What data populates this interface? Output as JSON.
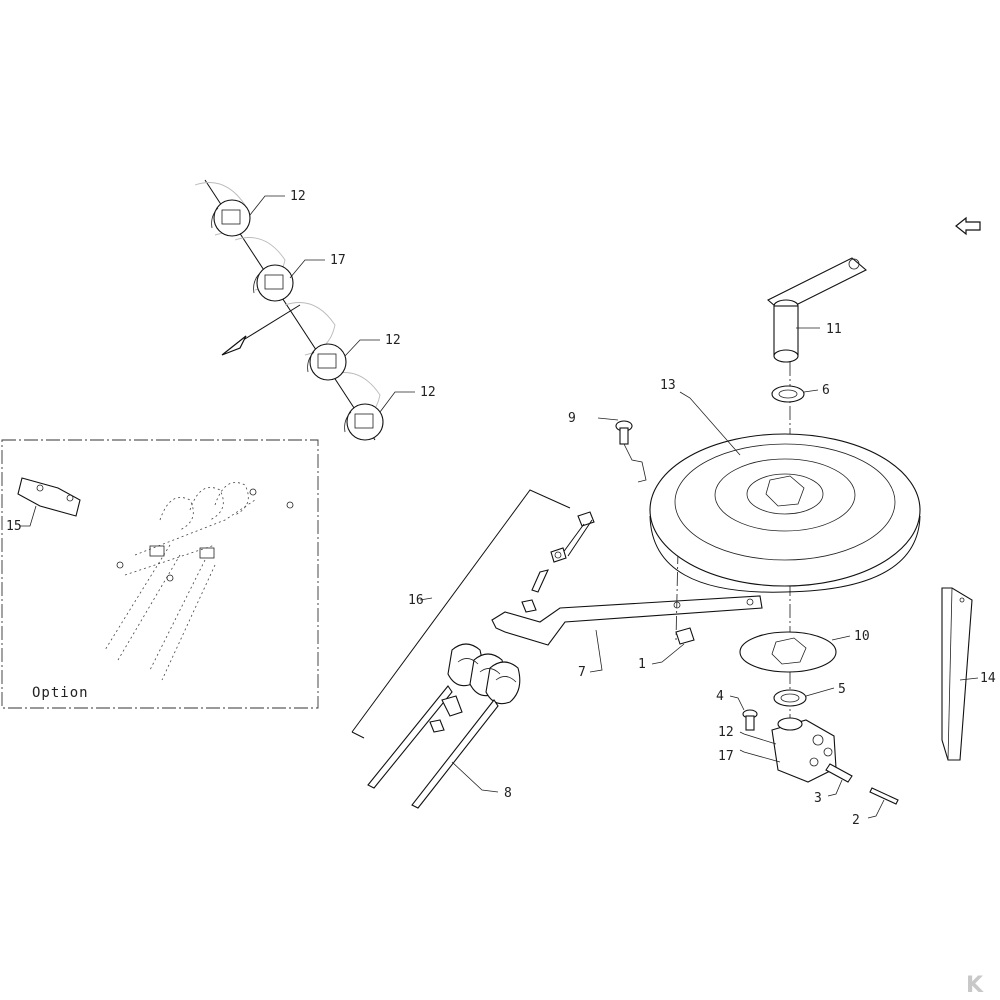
{
  "callouts": {
    "c1": "1",
    "c2": "2",
    "c3": "3",
    "c4": "4",
    "c5": "5",
    "c6": "6",
    "c7": "7",
    "c8": "8",
    "c9": "9",
    "c10": "10",
    "c11": "11",
    "c12_top": "12",
    "c17_top": "17",
    "c12_mid": "12",
    "c12_low": "12",
    "c12_housing": "12",
    "c17_housing": "17",
    "c13": "13",
    "c14": "14",
    "c15": "15",
    "c16": "16"
  },
  "option_box": {
    "label": "Option"
  },
  "logo": {
    "text": "K"
  }
}
